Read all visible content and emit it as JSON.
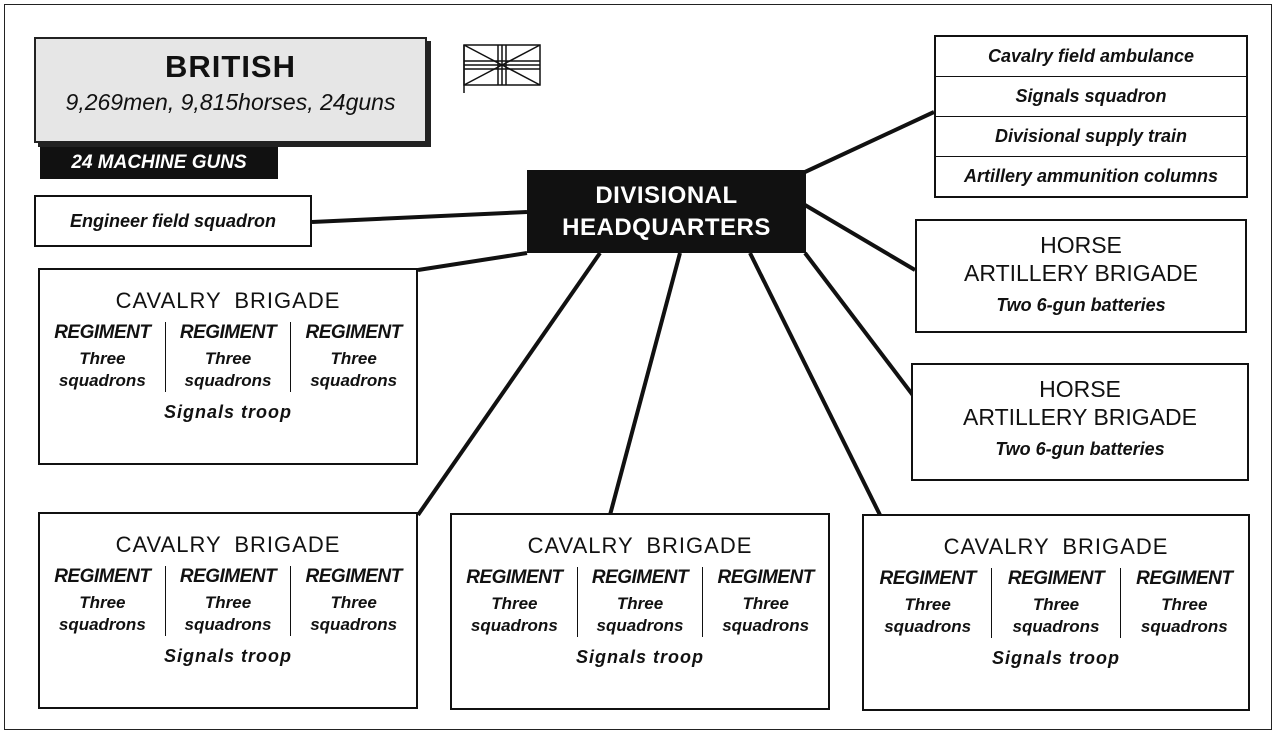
{
  "title": {
    "name": "BRITISH",
    "strength": "9,269men, 9,815horses, 24guns",
    "machine_guns": "24 MACHINE GUNS"
  },
  "headquarters": {
    "line1": "DIVISIONAL",
    "line2": "HEADQUARTERS"
  },
  "engineer": "Engineer field squadron",
  "support_units": [
    "Cavalry field ambulance",
    "Signals squadron",
    "Divisional supply train",
    "Artillery ammunition columns"
  ],
  "artillery": [
    {
      "line1": "HORSE",
      "line2": "ARTILLERY BRIGADE",
      "batteries": "Two 6-gun batteries"
    },
    {
      "line1": "HORSE",
      "line2": "ARTILLERY BRIGADE",
      "batteries": "Two 6-gun batteries"
    }
  ],
  "cavalry_brigades": [
    {
      "name": "CAVALRY BRIGADE",
      "regiments": [
        {
          "name": "REGIMENT",
          "l1": "Three",
          "l2": "squadrons"
        },
        {
          "name": "REGIMENT",
          "l1": "Three",
          "l2": "squadrons"
        },
        {
          "name": "REGIMENT",
          "l1": "Three",
          "l2": "squadrons"
        }
      ],
      "signals": "Signals troop"
    },
    {
      "name": "CAVALRY BRIGADE",
      "regiments": [
        {
          "name": "REGIMENT",
          "l1": "Three",
          "l2": "squadrons"
        },
        {
          "name": "REGIMENT",
          "l1": "Three",
          "l2": "squadrons"
        },
        {
          "name": "REGIMENT",
          "l1": "Three",
          "l2": "squadrons"
        }
      ],
      "signals": "Signals troop"
    },
    {
      "name": "CAVALRY BRIGADE",
      "regiments": [
        {
          "name": "REGIMENT",
          "l1": "Three",
          "l2": "squadrons"
        },
        {
          "name": "REGIMENT",
          "l1": "Three",
          "l2": "squadrons"
        },
        {
          "name": "REGIMENT",
          "l1": "Three",
          "l2": "squadrons"
        }
      ],
      "signals": "Signals troop"
    },
    {
      "name": "CAVALRY BRIGADE",
      "regiments": [
        {
          "name": "REGIMENT",
          "l1": "Three",
          "l2": "squadrons"
        },
        {
          "name": "REGIMENT",
          "l1": "Three",
          "l2": "squadrons"
        },
        {
          "name": "REGIMENT",
          "l1": "Three",
          "l2": "squadrons"
        }
      ],
      "signals": "Signals troop"
    }
  ]
}
